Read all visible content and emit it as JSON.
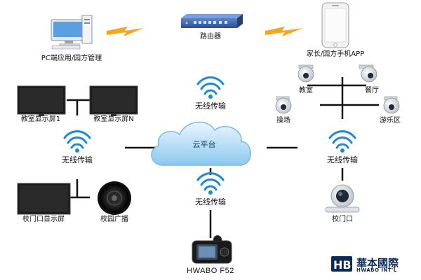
{
  "nodes": {
    "pc": "PC端应用/园方管理",
    "router": "路由器",
    "app": "家长/园方手机APP",
    "screen1": "教室显示屏1",
    "screenN": "教室显示屏N",
    "gate_screen": "校门口显示屏",
    "broadcast": "校园广播",
    "cloud": "云平台",
    "device": "HWABO F52",
    "cam_classroom": "教室",
    "cam_canteen": "餐厅",
    "cam_playground": "操场",
    "cam_play_area": "游乐区",
    "cam_gate": "校门口"
  },
  "wireless": {
    "top": "无线传输",
    "left": "无线传输",
    "right": "无线传输",
    "bottom": "无线传输"
  },
  "brand": {
    "cn": "華本國際",
    "en": "HWABO INT'L"
  },
  "colors": {
    "wifi_blue": "#1e88d8",
    "lightning_orange": "#f5a623",
    "cloud_blue": "#9fd0f2",
    "router_blue": "#3e6db5",
    "brand_navy": "#0b2a5b"
  }
}
